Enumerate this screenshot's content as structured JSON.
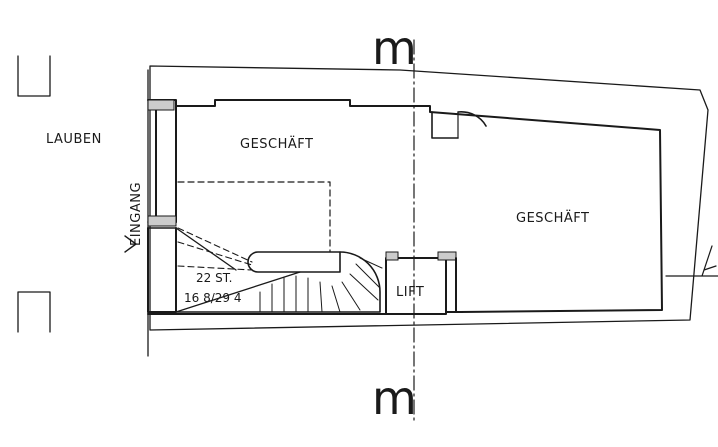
{
  "labels": {
    "lauben": "LAUBEN",
    "eingang": "EINGANG",
    "geschaeft_left": "GESCHÄFT",
    "geschaeft_right": "GESCHÄFT",
    "lift": "LIFT",
    "stairs_count": "22 ST.",
    "stairs_dims": "16 8/29 4",
    "section_top": "m",
    "section_bottom": "m"
  }
}
